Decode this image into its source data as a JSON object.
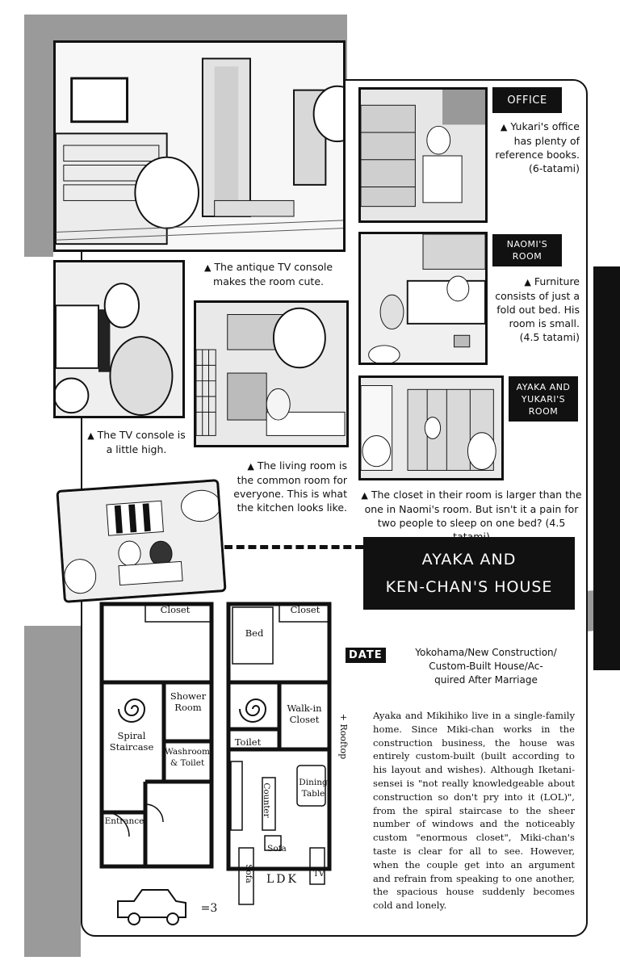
{
  "captions": {
    "tv_console_antique": "The antique TV console makes the room cute.",
    "tv_console_high": "The TV console is a little high.",
    "living_room": "The living room is the common room for everyone. This is what the kitchen looks like.",
    "office": "Yukari's office has plenty of reference books. (6-tatami)",
    "naomi_room": "Furniture consists of just a fold out bed. His room is small. (4.5 tatami)",
    "closet_room": "The closet in their room is larger than the one in Naomi's room. But isn't it a pain for two people to sleep on one bed? (4.5 tatami)"
  },
  "room_tags": {
    "office": "OFFICE",
    "naomi": "NAOMI'S ROOM",
    "ayaka_yukari": "AYAKA AND YUKARI'S ROOM"
  },
  "title": {
    "line1": "AYAKA AND",
    "line2": "KEN-CHAN'S HOUSE"
  },
  "date": {
    "badge": "DATE",
    "line1": "Yokohama/New Construction/",
    "line2": "Custom-Built House/Ac-",
    "line3": "quired After Marriage"
  },
  "floor_plan": {
    "closet_left": "Closet",
    "closet_right": "Closet",
    "bed": "Bed",
    "shower_room": "Shower Room",
    "walk_in_closet": "Walk-in Closet",
    "spiral_staircase": "Spiral Staircase",
    "washroom": "Washroom & Toilet",
    "toilet": "Toilet",
    "dining_table": "Dining Table",
    "counter": "Counter",
    "entrance": "Entrance",
    "sofa_small": "Sofa",
    "sofa_left": "Sofa",
    "ldk": "LDK",
    "tv": "TV",
    "rooftop": "+ Rooftop",
    "car_sound": "=3"
  },
  "description": "Ayaka and Mikihiko live in a single-family home. Since Miki-chan works in the construction business, the house was entirely custom-built (built according to his layout and wishes). Although Iketani-sensei is \"not really knowledgeable about construction so don't pry into it (LOL)\", from the spiral staircase to the sheer number of windows and the noticeably custom \"enormous closet\", Miki-chan's taste is clear for all to see. However, when the couple get into an argument and refrain from speaking to one another, the spacious house suddenly becomes cold and lonely.",
  "icons": [
    "triangle-icon",
    "spiral-icon",
    "car-icon",
    "speech-bubble-icon"
  ]
}
